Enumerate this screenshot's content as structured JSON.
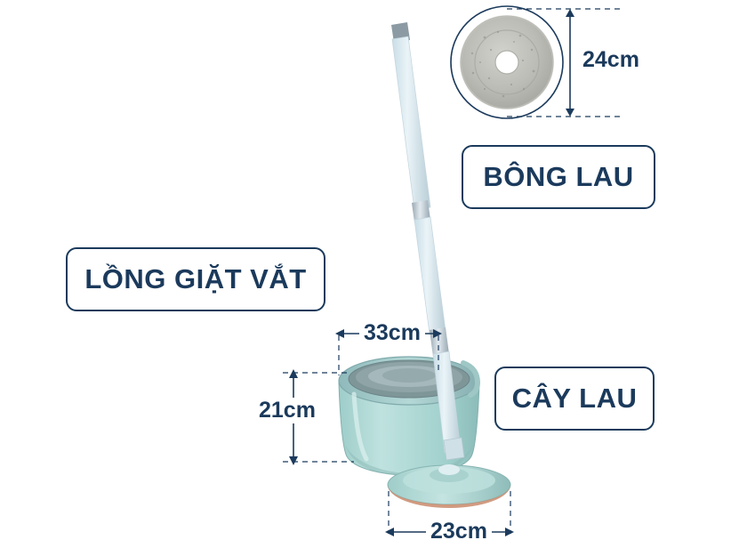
{
  "diagram": {
    "title": "Spin mop set dimension diagram",
    "labels": {
      "basket": "LỒNG GIẶT VẮT",
      "pad": "BÔNG LAU",
      "mop": "CÂY LAU"
    },
    "dimensions": {
      "pad_diameter": "24cm",
      "bucket_width": "33cm",
      "bucket_height": "21cm",
      "mop_head_width": "23cm"
    },
    "colors": {
      "ink": "#1b3a5c",
      "bucket_body": "#a8d5d2",
      "bucket_rim": "#8ab8bc",
      "bucket_inner": "#7e9598",
      "handle_light": "#dbe9ef",
      "handle_metal": "#b7c4cb",
      "pad_gray": "#b9b9b4",
      "mop_head": "#a8d5d2",
      "mop_head_edge": "#c9896b",
      "background": "#ffffff"
    }
  }
}
